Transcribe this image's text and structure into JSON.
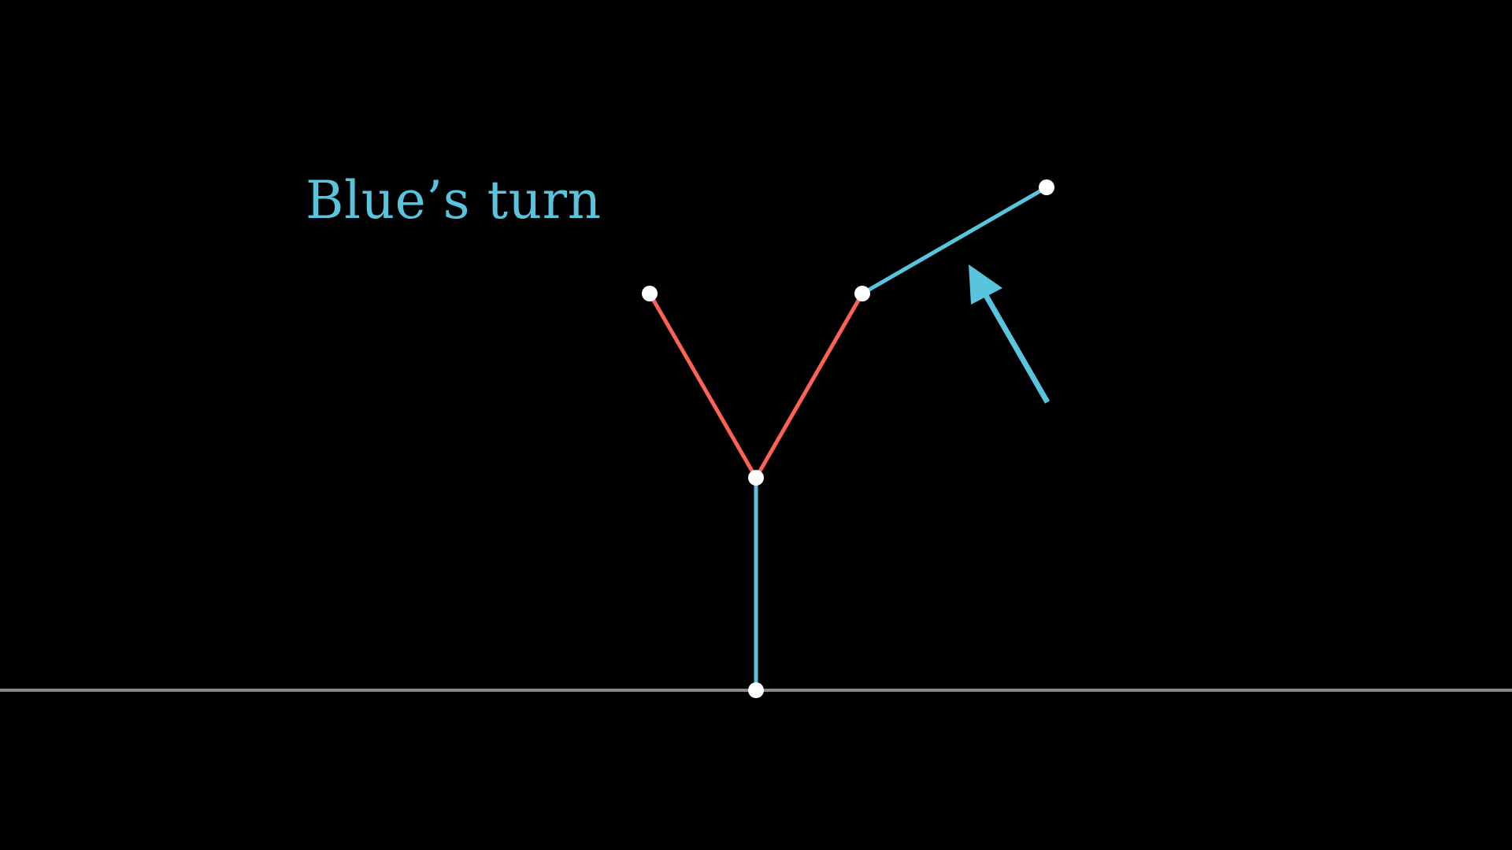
{
  "caption": {
    "text": "Blue’s turn"
  },
  "colors": {
    "background": "#000000",
    "blue": "#58C4DD",
    "red": "#FC6255",
    "ground": "#888888",
    "node": "#FFFFFF"
  },
  "edges": [
    {
      "id": "trunk",
      "color": "blue"
    },
    {
      "id": "left-branch",
      "color": "red"
    },
    {
      "id": "right-branch",
      "color": "red"
    },
    {
      "id": "upper-right-branch",
      "color": "blue"
    }
  ],
  "indicator": {
    "icon": "arrow-icon",
    "color": "blue",
    "points_to": "upper-right-branch"
  }
}
